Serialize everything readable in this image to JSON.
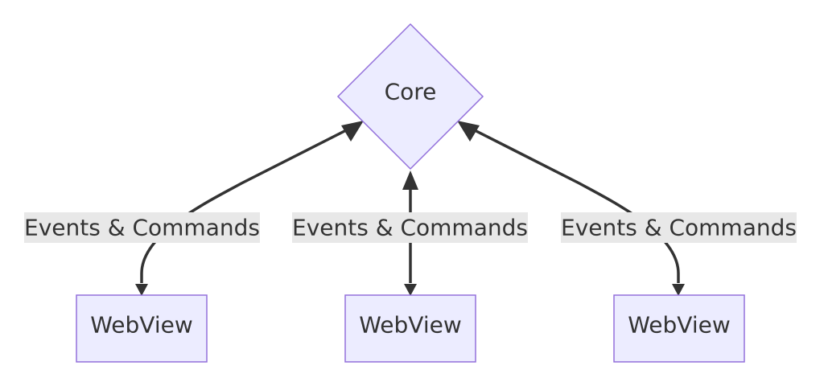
{
  "diagram": {
    "type": "flowchart",
    "colors": {
      "node_fill": "#ECECFF",
      "node_stroke": "#9370DB",
      "edge": "#333333",
      "edge_label_bg": "#E8E8E8",
      "text": "#333333"
    },
    "nodes": {
      "core": {
        "label": "Core",
        "shape": "diamond"
      },
      "webview_1": {
        "label": "WebView",
        "shape": "rectangle"
      },
      "webview_2": {
        "label": "WebView",
        "shape": "rectangle"
      },
      "webview_3": {
        "label": "WebView",
        "shape": "rectangle"
      }
    },
    "edges": [
      {
        "from": "webview_1",
        "to": "core",
        "label": "Events & Commands",
        "arrows": "both"
      },
      {
        "from": "webview_2",
        "to": "core",
        "label": "Events & Commands",
        "arrows": "both"
      },
      {
        "from": "webview_3",
        "to": "core",
        "label": "Events & Commands",
        "arrows": "both"
      }
    ]
  }
}
